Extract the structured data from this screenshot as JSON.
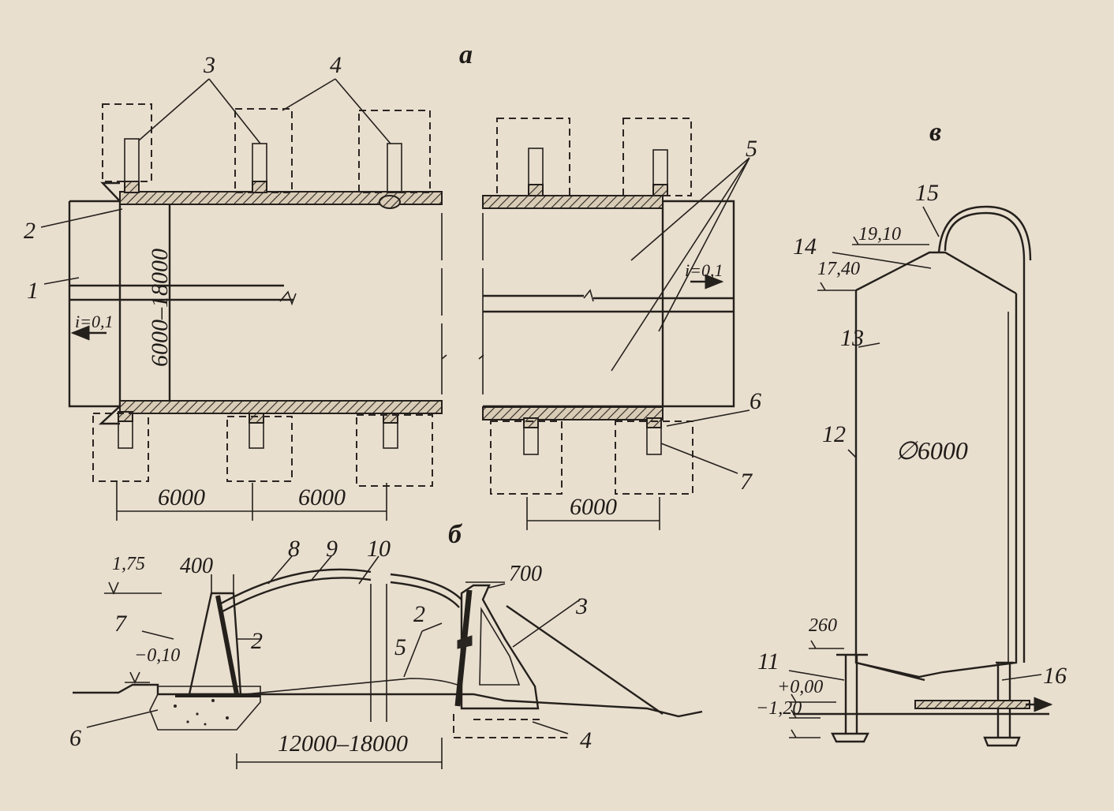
{
  "figure": {
    "panel_labels": {
      "a": "а",
      "b": "б",
      "v": "в"
    },
    "callouts": {
      "c1": "1",
      "c2": "2",
      "c3": "3",
      "c4": "4",
      "c5": "5",
      "c6": "6",
      "c7": "7",
      "c2b": "2",
      "c3b": "3",
      "c4b": "4",
      "c5b": "5",
      "c6b": "6",
      "c7b": "7",
      "c8": "8",
      "c9": "9",
      "c10": "10",
      "c11": "11",
      "c12": "12",
      "c13": "13",
      "c14": "14",
      "c15": "15",
      "c16": "16"
    },
    "dimensions": {
      "plan_width": "6000–18000",
      "bay1": "6000",
      "bay2": "6000",
      "bay3": "6000",
      "slope_left": "i=0,1",
      "slope_right": "i=0,1",
      "section_span": "12000–18000",
      "wall_top_400": "400",
      "wall_top_700": "700",
      "silo_diameter": "∅6000",
      "base_260": "260"
    },
    "elevations": {
      "e175": "1,75",
      "em010": "−0,10",
      "e1910": "19,10",
      "e1740": "17,40",
      "e000": "+0,00",
      "em120": "−1,20"
    }
  }
}
